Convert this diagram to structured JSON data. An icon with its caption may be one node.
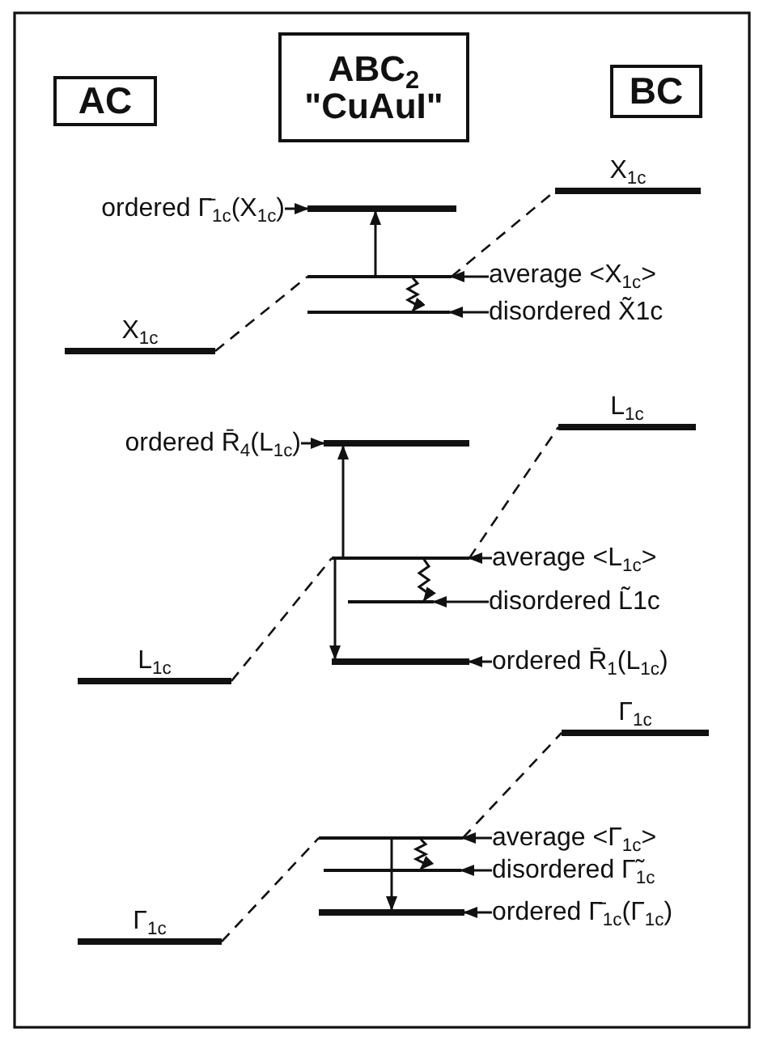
{
  "diagram": {
    "nodes": [
      {
        "text": [
          "AC"
        ]
      },
      {
        "text": [
          "ABC$_{2}$",
          "\"CuAuI\""
        ]
      },
      {
        "text": [
          "BC"
        ]
      },
      {
        "text": [
          "ordered Γ̄$_{1c}$(X$_{1c}$)"
        ]
      },
      {
        "text": [],
        "shape": "bar"
      },
      {
        "text": [],
        "shape": "bar",
        "beside": [
          "X$_{1c}$"
        ]
      },
      {
        "text": [],
        "shape": "bar"
      },
      {
        "text": [
          "average <X$_{1c}$>"
        ]
      },
      {
        "text": [],
        "shape": "bar"
      },
      {
        "text": [
          "disordered X̃1c"
        ]
      },
      {
        "text": [],
        "shape": "bar",
        "beside": [
          "X$_{1c}$"
        ]
      },
      {
        "text": [
          "ordered R̄$_{4}$(L$_{1c}$)"
        ]
      },
      {
        "text": [],
        "shape": "bar"
      },
      {
        "text": [],
        "shape": "bar",
        "beside": [
          "L$_{1c}$"
        ]
      },
      {
        "text": [],
        "shape": "bar"
      },
      {
        "text": [
          "average <L$_{1c}$>"
        ]
      },
      {
        "text": [],
        "shape": "bar"
      },
      {
        "text": [
          "disordered L̃1c"
        ]
      },
      {
        "text": [],
        "shape": "bar"
      },
      {
        "text": [
          "ordered R̄$_{1}$(L$_{1c}$)"
        ]
      },
      {
        "text": [],
        "shape": "bar",
        "beside": [
          "L$_{1c}$"
        ]
      },
      {
        "text": [],
        "shape": "bar",
        "beside": [
          "Γ$_{1c}$"
        ]
      },
      {
        "text": [],
        "shape": "bar"
      },
      {
        "text": [
          "average <Γ$_{1c}$>"
        ]
      },
      {
        "text": [],
        "shape": "bar"
      },
      {
        "text": [
          "disordered Γ̃$_{1c}$"
        ]
      },
      {
        "text": [],
        "shape": "bar"
      },
      {
        "text": [
          "ordered Γ̄$_{1c}$(Γ$_{1c}$)"
        ]
      },
      {
        "text": [],
        "shape": "bar",
        "beside": [
          "Γ$_{1c}$"
        ]
      }
    ],
    "edges": [
      {
        "from": 3,
        "to": 4,
        "arrow": "to"
      },
      {
        "from": 7,
        "to": 6,
        "arrow": "to"
      },
      {
        "from": 9,
        "to": 8,
        "arrow": "to"
      },
      {
        "from": 10,
        "to": 6,
        "arrow": "none",
        "style": "dashed"
      },
      {
        "from": 6,
        "to": 5,
        "arrow": "none",
        "style": "dashed"
      },
      {
        "from": 6,
        "to": 4,
        "arrow": "to"
      },
      {
        "from": 6,
        "to": 8,
        "arrow": "to"
      },
      {
        "from": 11,
        "to": 12,
        "arrow": "to"
      },
      {
        "from": 15,
        "to": 14,
        "arrow": "to"
      },
      {
        "from": 17,
        "to": 16,
        "arrow": "to"
      },
      {
        "from": 19,
        "to": 18,
        "arrow": "to"
      },
      {
        "from": 20,
        "to": 14,
        "arrow": "none",
        "style": "dashed"
      },
      {
        "from": 14,
        "to": 13,
        "arrow": "none",
        "style": "dashed"
      },
      {
        "from": 14,
        "to": 12,
        "arrow": "to"
      },
      {
        "from": 14,
        "to": 18,
        "arrow": "to"
      },
      {
        "from": 14,
        "to": 16,
        "arrow": "to"
      },
      {
        "from": 23,
        "to": 22,
        "arrow": "to"
      },
      {
        "from": 25,
        "to": 24,
        "arrow": "to"
      },
      {
        "from": 27,
        "to": 26,
        "arrow": "to"
      },
      {
        "from": 28,
        "to": 22,
        "arrow": "none",
        "style": "dashed"
      },
      {
        "from": 22,
        "to": 21,
        "arrow": "none",
        "style": "dashed"
      },
      {
        "from": 22,
        "to": 26,
        "arrow": "to"
      },
      {
        "from": 22,
        "to": 24,
        "arrow": "to"
      }
    ]
  }
}
